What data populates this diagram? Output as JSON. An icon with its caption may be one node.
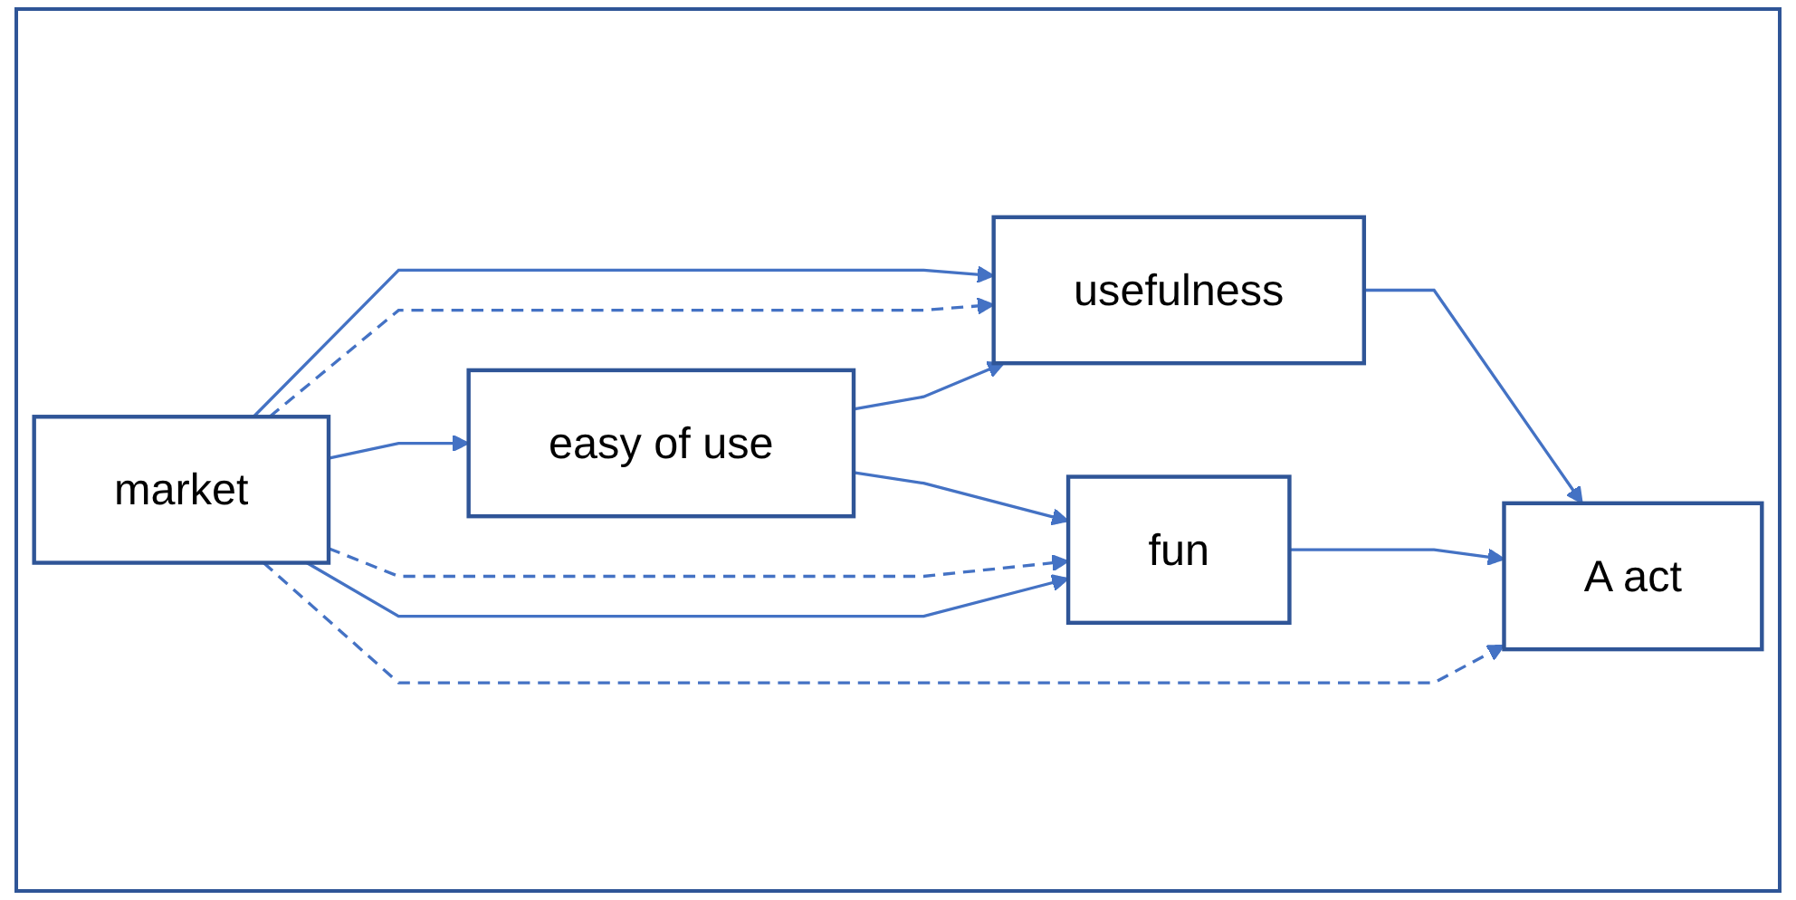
{
  "diagram": {
    "nodes": [
      {
        "text": [
          "market"
        ]
      },
      {
        "text": [
          "usefulness"
        ]
      },
      {
        "text": [
          "easy of use"
        ]
      },
      {
        "text": [
          "fun"
        ]
      },
      {
        "text": [
          "A act"
        ]
      }
    ],
    "edges": [
      {
        "from": 0,
        "to": 1,
        "arrow": "to"
      },
      {
        "from": 0,
        "to": 1,
        "arrow": "to",
        "style": "dashed"
      },
      {
        "from": 0,
        "to": 2,
        "arrow": "to"
      },
      {
        "from": 0,
        "to": 3,
        "arrow": "to",
        "style": "dashed"
      },
      {
        "from": 0,
        "to": 3,
        "arrow": "to"
      },
      {
        "from": 2,
        "to": 1,
        "arrow": "to"
      },
      {
        "from": 2,
        "to": 3,
        "arrow": "to"
      },
      {
        "from": 1,
        "to": 4,
        "arrow": "to"
      },
      {
        "from": 3,
        "to": 4,
        "arrow": "to"
      },
      {
        "from": 0,
        "to": 4,
        "arrow": "to",
        "style": "dashed"
      }
    ]
  }
}
